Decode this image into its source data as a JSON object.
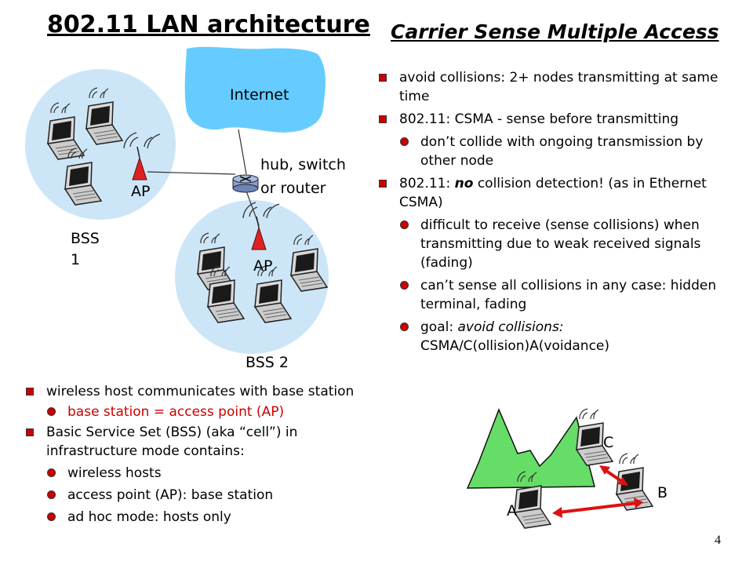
{
  "slide": {
    "title_left": "802.11 LAN architecture",
    "title_right": "Carrier Sense Multiple Access",
    "page_number": "4"
  },
  "diagram": {
    "internet_label": "Internet",
    "hub_label_line1": "hub, switch",
    "hub_label_line2": "or router",
    "ap1_label": "AP",
    "ap2_label": "AP",
    "bss1_label_line1": "BSS",
    "bss1_label_line2": "1",
    "bss2_label": "BSS 2",
    "colors": {
      "cloud": "#66ccff",
      "bss": "#cce6f8",
      "mountain": "#66dd66",
      "arrow": "#dd1111",
      "bullet": "#cc0000"
    },
    "icons": [
      "laptop-icon",
      "antenna-icon",
      "router-icon"
    ]
  },
  "left_bullets": {
    "item1": "wireless host communicates with base station",
    "item1_sub1": "base station = access point (AP)",
    "item2": "Basic Service Set (BSS) (aka “cell”) in infrastructure mode contains:",
    "item2_sub1": "wireless hosts",
    "item2_sub2": "access point (AP): base station",
    "item2_sub3": "ad hoc mode: hosts only"
  },
  "right_bullets": {
    "item1": "avoid collisions: 2+ nodes transmitting at same time",
    "item2": "802.11: CSMA - sense before transmitting",
    "item2_sub1": "don’t collide with ongoing transmission by other node",
    "item3_pre": "802.11: ",
    "item3_em": "no",
    "item3_post": " collision detection! (as in Ethernet CSMA)",
    "item3_sub1": "difficult to receive (sense collisions) when transmitting due to weak received signals (fading)",
    "item3_sub2": "can’t sense all collisions in any case: hidden terminal, fading",
    "item3_sub3_pre": "goal: ",
    "item3_sub3_em": "avoid collisions:",
    "item3_sub3_post": " CSMA/C(ollision)A(voidance)"
  },
  "hidden_terminal": {
    "node_a": "A",
    "node_b": "B",
    "node_c": "C"
  }
}
